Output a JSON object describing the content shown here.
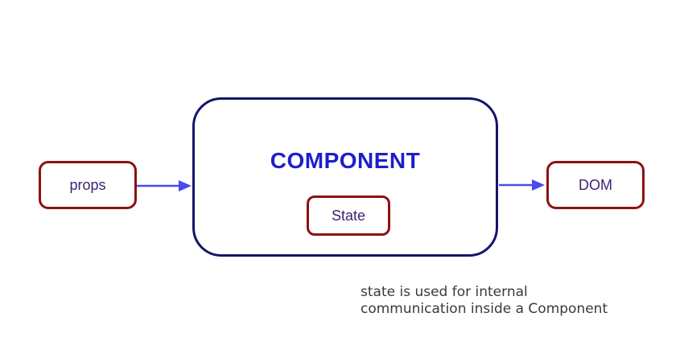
{
  "diagram": {
    "props_label": "props",
    "component_label": "COMPONENT",
    "state_label": "State",
    "dom_label": "DOM",
    "caption_line1": "state is used for internal",
    "caption_line2": "communication inside a Component"
  },
  "colors": {
    "bg": "#ffffff",
    "box_red": "#8e1111",
    "navy_border": "#15156b",
    "component_blue": "#1e1ecb",
    "label_purple": "#3d2473",
    "arrow_blue": "#4a4aef",
    "caption_gray": "#3a3a3a"
  }
}
